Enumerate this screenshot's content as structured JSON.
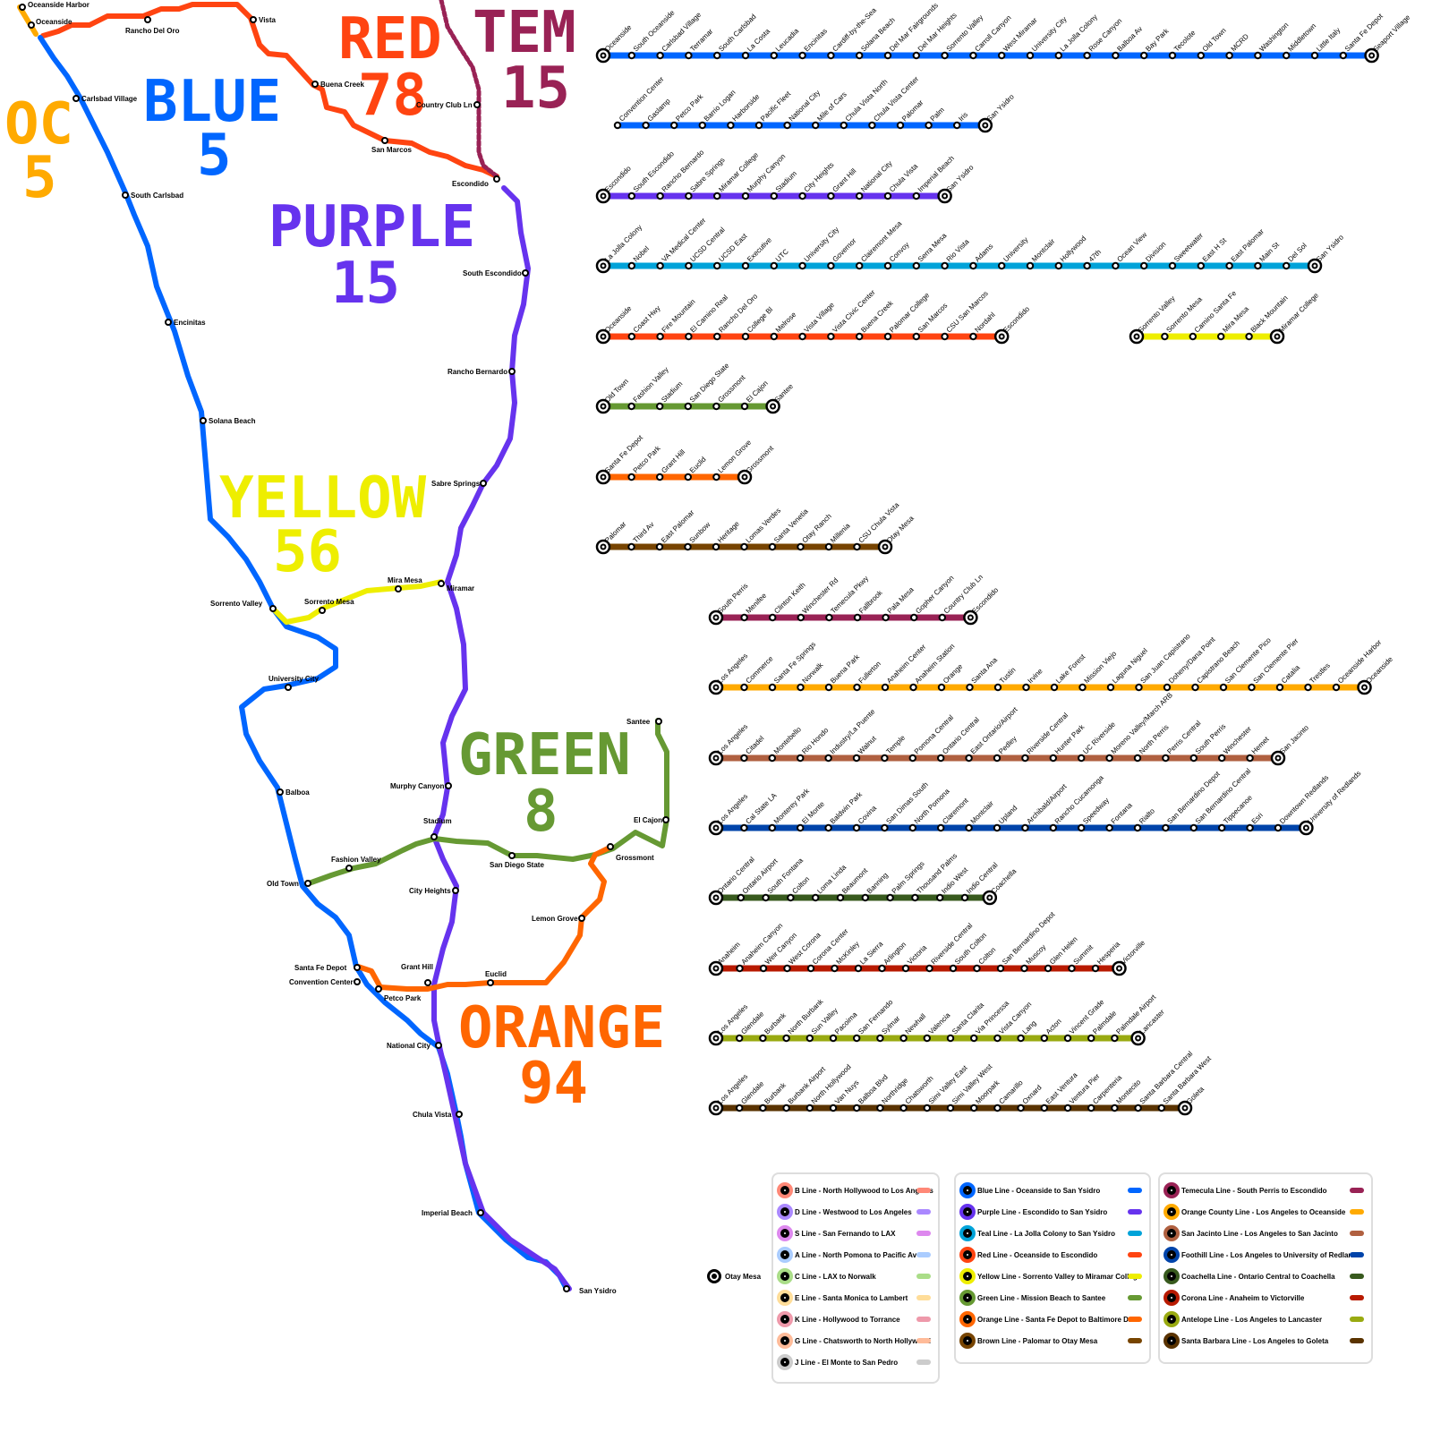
{
  "big_labels": [
    {
      "id": "oc",
      "text": "OC",
      "num": "5",
      "color": "#ffaa00"
    },
    {
      "id": "blue",
      "text": "BLUE",
      "num": "5",
      "color": "#0066ff"
    },
    {
      "id": "red",
      "text": "RED",
      "num": "78",
      "color": "#ff4411"
    },
    {
      "id": "tem",
      "text": "TEM",
      "num": "15",
      "color": "#992255"
    },
    {
      "id": "purple",
      "text": "PURPLE",
      "num": "15",
      "color": "#6633ee"
    },
    {
      "id": "yellow",
      "text": "YELLOW",
      "num": "56",
      "color": "#eeee00"
    },
    {
      "id": "green",
      "text": "GREEN",
      "num": "8",
      "color": "#669933"
    },
    {
      "id": "orange",
      "text": "ORANGE",
      "num": "94",
      "color": "#ff6600"
    }
  ],
  "map_stations": [
    "Oceanside Harbor",
    "Oceanside",
    "Rancho Del Oro",
    "Vista",
    "Buena Creek",
    "San Marcos",
    "Country Club Ln",
    "Escondido",
    "Carlsbad Village",
    "South Carlsbad",
    "Encinitas",
    "Solana Beach",
    "South Escondido",
    "Rancho Bernardo",
    "Sabre Springs",
    "Sorrento Valley",
    "Sorrento Mesa",
    "Mira Mesa",
    "Miramar",
    "University City",
    "Santee",
    "El Cajon",
    "Murphy Canyon",
    "Stadium",
    "Balboa",
    "Fashion Valley",
    "San Diego State",
    "Grossmont",
    "Old Town",
    "City Heights",
    "Lemon Grove",
    "Santa Fe Depot",
    "Convention Center",
    "Petco Park",
    "Grant Hill",
    "Euclid",
    "National City",
    "Chula Vista",
    "Imperial Beach",
    "San Ysidro"
  ],
  "strip_lines": [
    {
      "name": "Blue",
      "color": "#0066ff",
      "stations": [
        "Oceanside",
        "South Oceanside",
        "Carlsbad Village",
        "Terramar",
        "South Carlsbad",
        "La Costa",
        "Leucadia",
        "Encinitas",
        "Cardiff-by-the-Sea",
        "Solana Beach",
        "Del Mar Fairgrounds",
        "Del Mar Heights",
        "Sorrento Valley",
        "Carroll Canyon",
        "West Miramar",
        "University City",
        "La Jolla Colony",
        "Rose Canyon",
        "Balboa Av",
        "Bay Park",
        "Tecolote",
        "Old Town",
        "MCRD",
        "Washington",
        "Middletown",
        "Little Italy",
        "Santa Fe Depot",
        "Seaport Village"
      ]
    },
    {
      "name": "Blue (cont.)",
      "color": "#0066ff",
      "stations": [
        "Convention Center",
        "Gaslamp",
        "Petco Park",
        "Barrio Logan",
        "Harborside",
        "Pacific Fleet",
        "National City",
        "Mile of Cars",
        "Chula Vista North",
        "Chula Vista Center",
        "Palomar",
        "Palm",
        "Iris",
        "San Ysidro"
      ]
    },
    {
      "name": "Purple",
      "color": "#6633ee",
      "stations": [
        "Escondido",
        "South Escondido",
        "Rancho Bernardo",
        "Sabre Springs",
        "Miramar College",
        "Murphy Canyon",
        "Stadium",
        "City Heights",
        "Grant Hill",
        "National City",
        "Chula Vista",
        "Imperial Beach",
        "San Ysidro"
      ]
    },
    {
      "name": "Teal",
      "color": "#00a3d9",
      "stations": [
        "La Jolla Colony",
        "Nobel",
        "VA Medical Center",
        "UCSD Central",
        "UCSD East",
        "Executive",
        "UTC",
        "University City",
        "Governor",
        "Clairemont Mesa",
        "Convoy",
        "Serra Mesa",
        "Rio Vista",
        "Adams",
        "University",
        "Montclair",
        "Hollywood",
        "47th",
        "Ocean View",
        "Division",
        "Sweetwater",
        "East H St",
        "East Palomar",
        "Main St",
        "Del Sol",
        "San Ysidro"
      ]
    },
    {
      "name": "Red",
      "color": "#ff4411",
      "stations": [
        "Oceanside",
        "Coast Hwy",
        "Fire Mountain",
        "El Camino Real",
        "Rancho Del Oro",
        "College Bl",
        "Melrose",
        "Vista Village",
        "Vista Civic Center",
        "Buena Creek",
        "Palomar College",
        "San Marcos",
        "CSU San Marcos",
        "Nordahl",
        "Escondido"
      ]
    },
    {
      "name": "Yellow",
      "color": "#eeee00",
      "stations": [
        "Sorrento Valley",
        "Sorrento Mesa",
        "Camino Santa Fe",
        "Mira Mesa",
        "Black Mountain",
        "Miramar College"
      ]
    },
    {
      "name": "Green",
      "color": "#669933",
      "stations": [
        "Old Town",
        "Fashion Valley",
        "Stadium",
        "San Diego State",
        "Grossmont",
        "El Cajon",
        "Santee"
      ]
    },
    {
      "name": "Orange",
      "color": "#ff6600",
      "stations": [
        "Santa Fe Depot",
        "Petco Park",
        "Grant Hill",
        "Euclid",
        "Lemon Grove",
        "Grossmont"
      ]
    },
    {
      "name": "Brown",
      "color": "#774400",
      "stations": [
        "Palomar",
        "Third Av",
        "East Palomar",
        "Sunbow",
        "Heritage",
        "Lomas Verdes",
        "Santa Venetia",
        "Otay Ranch",
        "Millenia",
        "CSU Chula Vista",
        "Otay Mesa"
      ]
    },
    {
      "name": "Temecula",
      "color": "#992255",
      "stations": [
        "South Perris",
        "Menifee",
        "Clinton Keith",
        "Winchester Rd",
        "Temecula Pkwy",
        "Fallbrook",
        "Pala Mesa",
        "Gopher Canyon",
        "Country Club Ln",
        "Escondido"
      ]
    },
    {
      "name": "Orange County",
      "color": "#ffaa00",
      "stations": [
        "Los Angeles",
        "Commerce",
        "Santa Fe Springs",
        "Norwalk",
        "Buena Park",
        "Fullerton",
        "Anaheim Center",
        "Anaheim Station",
        "Orange",
        "Santa Ana",
        "Tustin",
        "Irvine",
        "Lake Forest",
        "Mission Viejo",
        "Laguna Niguel",
        "San Juan Capistrano",
        "Doheny/Dana Point",
        "Capistrano Beach",
        "San Clemente Pico",
        "San Clemente Pier",
        "Catalia",
        "Trestles",
        "Oceanside Harbor",
        "Oceanside"
      ]
    },
    {
      "name": "San Jacinto",
      "color": "#b06040",
      "stations": [
        "Los Angeles",
        "Citadel",
        "Montebello",
        "Rio Hondo",
        "Industry/La Puente",
        "Walnut",
        "Temple",
        "Pomona Central",
        "Ontario Central",
        "East Ontario/Airport",
        "Pedley",
        "Riverside Central",
        "Hunter Park",
        "UC Riverside",
        "Moreno Valley/March ARB",
        "North Perris",
        "Perris Central",
        "South Perris",
        "Winchester",
        "Hemet",
        "San Jacinto"
      ]
    },
    {
      "name": "Foothill",
      "color": "#0044aa",
      "stations": [
        "Los Angeles",
        "Cal State LA",
        "Monterey Park",
        "El Monte",
        "Baldwin Park",
        "Covina",
        "San Dimas South",
        "North Pomona",
        "Claremont",
        "Montclair",
        "Upland",
        "Archibald/Airport",
        "Rancho Cucamonga",
        "Speedway",
        "Fontana",
        "Rialto",
        "San Bernardino Depot",
        "San Bernardino Central",
        "Tippecanoe",
        "Esri",
        "Downtown Redlands",
        "University of Redlands"
      ]
    },
    {
      "name": "Coachella",
      "color": "#385a1e",
      "stations": [
        "Ontario Central",
        "Ontario Airport",
        "South Fontana",
        "Colton",
        "Loma Linda",
        "Beaumont",
        "Banning",
        "Palm Springs",
        "Thousand Palms",
        "Indio West",
        "Indio Central",
        "Coachella"
      ]
    },
    {
      "name": "Corona",
      "color": "#b81a00",
      "stations": [
        "Anaheim",
        "Anaheim Canyon",
        "Weir Canyon",
        "West Corona",
        "Corona Center",
        "McKinley",
        "La Sierra",
        "Arlington",
        "Victoria",
        "Riverside Central",
        "South Colton",
        "Colton",
        "San Bernardino Depot",
        "Muscoy",
        "Glen Helen",
        "Summit",
        "Hesperia",
        "Victorville"
      ]
    },
    {
      "name": "Antelope",
      "color": "#99aa11",
      "stations": [
        "Los Angeles",
        "Glendale",
        "Burbank",
        "North Burbank",
        "Sun Valley",
        "Pacoima",
        "San Fernando",
        "Sylmar",
        "Newhall",
        "Valencia",
        "Santa Clarita",
        "Via Princessa",
        "Vista Canyon",
        "Lang",
        "Acton",
        "Vincent Grade",
        "Palmdale",
        "Palmdale Airport",
        "Lancaster"
      ]
    },
    {
      "name": "Santa Barbara",
      "color": "#5a3300",
      "stations": [
        "Los Angeles",
        "Glendale",
        "Burbank",
        "Burbank Airport",
        "North Hollywood",
        "Van Nuys",
        "Balboa Blvd",
        "Northridge",
        "Chatsworth",
        "Simi Valley East",
        "Simi Valley West",
        "Moorpark",
        "Camarillo",
        "Oxnard",
        "East Ventura",
        "Ventura Pier",
        "Carpenteria",
        "Montecito",
        "Santa Barbara Central",
        "Santa Barbara West",
        "Goleta"
      ]
    }
  ],
  "legend": {
    "otay_label": "Otay Mesa",
    "col1": [
      {
        "label": "B Line - North Hollywood to Los Angeles",
        "color": "#ff8877"
      },
      {
        "label": "D Line - Westwood to Los Angeles",
        "color": "#aa88ff"
      },
      {
        "label": "S Line - San Fernando to LAX",
        "color": "#dd88ee"
      },
      {
        "label": "A Line - North Pomona to Pacific Av",
        "color": "#aaccff"
      },
      {
        "label": "C Line - LAX to Norwalk",
        "color": "#aadd88"
      },
      {
        "label": "E Line - Santa Monica to Lambert",
        "color": "#ffdd99"
      },
      {
        "label": "K Line - Hollywood to Torrance",
        "color": "#ee99aa"
      },
      {
        "label": "G Line - Chatsworth to North Hollywood",
        "color": "#ffbb99"
      },
      {
        "label": "J Line - El Monte to San Pedro",
        "color": "#cccccc"
      }
    ],
    "col2": [
      {
        "label": "Blue Line - Oceanside to San Ysidro",
        "color": "#0066ff"
      },
      {
        "label": "Purple Line - Escondido to San Ysidro",
        "color": "#6633ee"
      },
      {
        "label": "Teal Line - La Jolla Colony to San Ysidro",
        "color": "#00a3d9"
      },
      {
        "label": "Red Line - Oceanside to Escondido",
        "color": "#ff4411"
      },
      {
        "label": "Yellow Line - Sorrento Valley to Miramar College",
        "color": "#eeee00"
      },
      {
        "label": "Green Line - Mission Beach to Santee",
        "color": "#669933"
      },
      {
        "label": "Orange Line - Santa Fe Depot to Baltimore Dr",
        "color": "#ff6600"
      },
      {
        "label": "Brown Line - Palomar to Otay Mesa",
        "color": "#774400"
      }
    ],
    "col3": [
      {
        "label": "Temecula Line - South Perris to Escondido",
        "color": "#992255"
      },
      {
        "label": "Orange County Line - Los Angeles to Oceanside",
        "color": "#ffaa00"
      },
      {
        "label": "San Jacinto Line - Los Angeles to San Jacinto",
        "color": "#b06040"
      },
      {
        "label": "Foothill Line - Los Angeles to University of Redlands",
        "color": "#0044aa"
      },
      {
        "label": "Coachella Line - Ontario Central to Coachella",
        "color": "#385a1e"
      },
      {
        "label": "Corona Line - Anaheim to Victorville",
        "color": "#b81a00"
      },
      {
        "label": "Antelope Line - Los Angeles to Lancaster",
        "color": "#99aa11"
      },
      {
        "label": "Santa Barbara Line - Los Angeles to Goleta",
        "color": "#5a3300"
      }
    ]
  }
}
